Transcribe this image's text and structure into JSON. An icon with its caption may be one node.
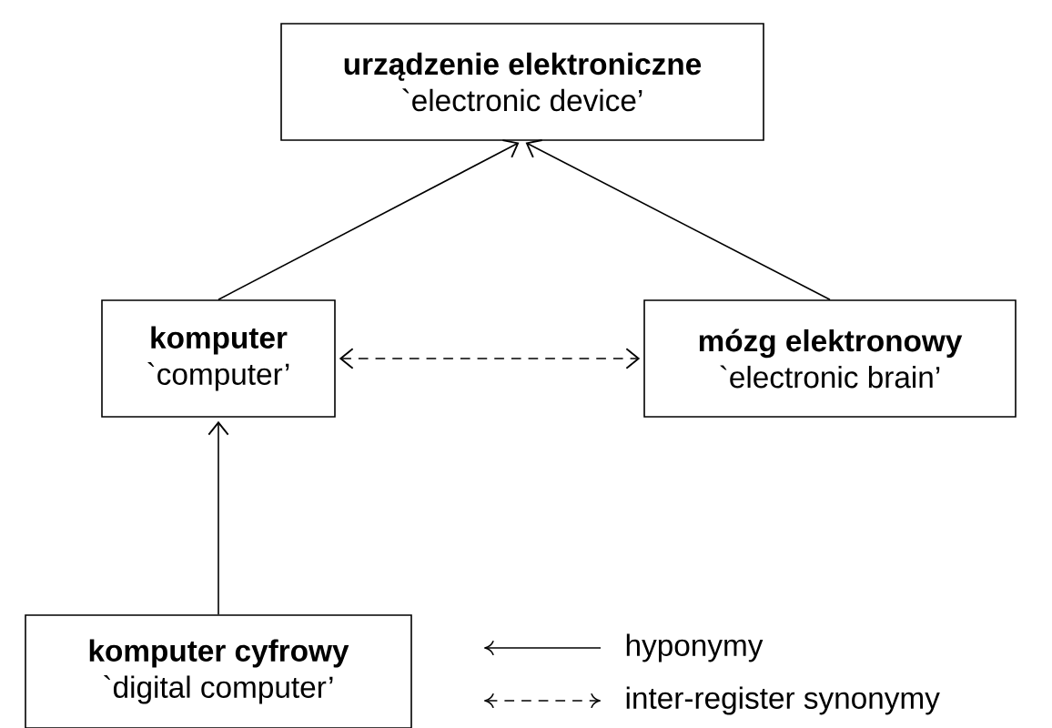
{
  "diagram": {
    "nodes": [
      {
        "text": [
          "urządzenie elektroniczne",
          "`electronic device’"
        ]
      },
      {
        "text": [
          "komputer",
          "`computer’"
        ]
      },
      {
        "text": [
          "mózg elektronowy",
          "`electronic brain’"
        ]
      },
      {
        "text": [
          "komputer cyfrowy",
          "`digital computer’"
        ]
      }
    ],
    "edges": [
      {
        "from": 1,
        "to": 0,
        "arrow": "to"
      },
      {
        "from": 2,
        "to": 0,
        "arrow": "to"
      },
      {
        "from": 3,
        "to": 1,
        "arrow": "to"
      },
      {
        "from": 1,
        "to": 2,
        "arrow": "both",
        "style": "dashed"
      }
    ],
    "legend": [
      {
        "text": "hyponymy"
      },
      {
        "text": "inter-register synonymy"
      }
    ]
  }
}
